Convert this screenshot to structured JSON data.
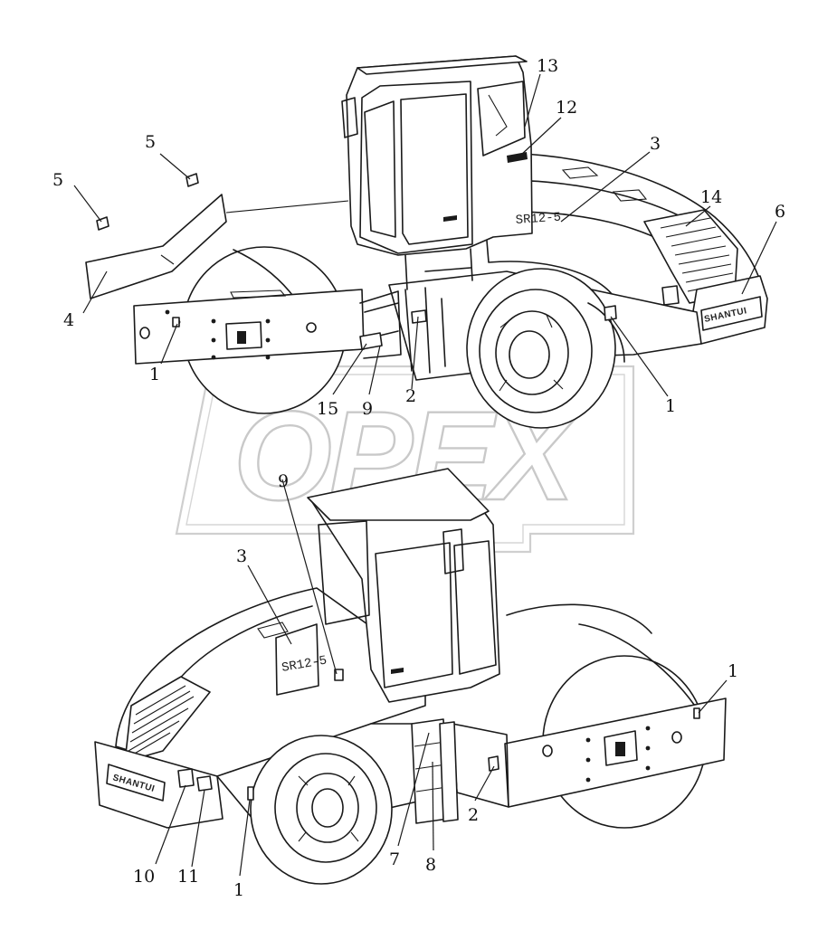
{
  "watermark": "OPEX",
  "decal_model_text": "SR12-5",
  "decal_model_text_lower": "SR12-5",
  "brand_text": "SHANTUI",
  "callouts": [
    "1",
    "2",
    "3",
    "4",
    "5",
    "6",
    "7",
    "8",
    "9",
    "10",
    "11",
    "12",
    "13",
    "14",
    "15"
  ]
}
